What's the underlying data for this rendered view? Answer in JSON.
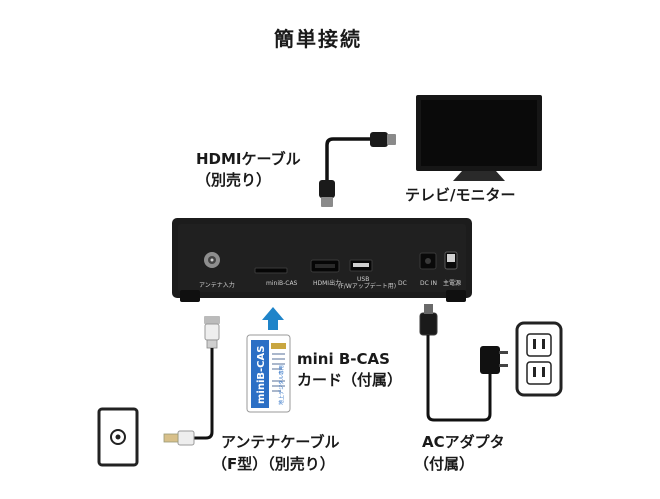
{
  "title": "簡単接続",
  "hdmi_cable": {
    "line1": "HDMIケーブル",
    "line2": "（別売り）"
  },
  "tv": {
    "label": "テレビ/モニター"
  },
  "device_ports": {
    "antenna": "アンテナ入力",
    "mini_bcas": "miniB-CAS",
    "hdmi_out": "HDMI出力",
    "usb_line1": "USB",
    "usb_line2": "(F/Wアップデート用)",
    "dc": "DC",
    "dc_in": "DC IN",
    "power": "主電源"
  },
  "bcas_card": {
    "label_line1": "mini B-CAS",
    "label_line2": "カード（付属）",
    "card_text": "miniB-CAS",
    "card_sub": "地上デジタル専用"
  },
  "antenna_cable": {
    "line1": "アンテナケーブル",
    "line2": "（F型）（別売り）"
  },
  "ac_adapter": {
    "line1": "ACアダプタ",
    "line2": "（付属）"
  },
  "colors": {
    "device_body": "#1c1c1c",
    "arrow_blue": "#1f84c9",
    "text": "#1a1a1a"
  }
}
